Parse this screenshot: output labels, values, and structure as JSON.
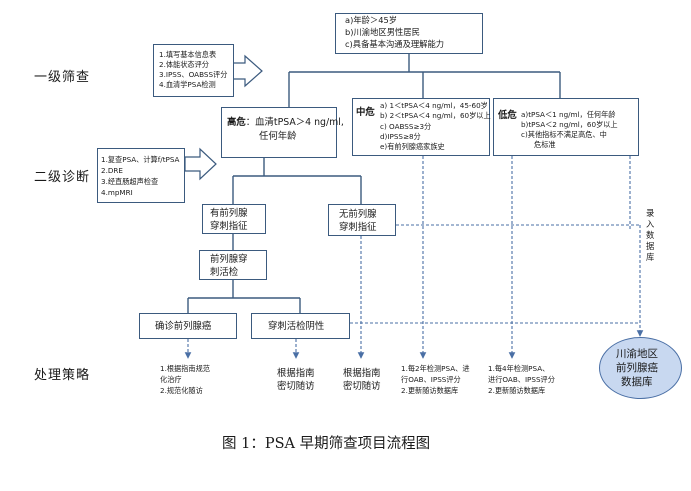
{
  "criteria": [
    "a)年龄＞45岁",
    "b)川渝地区男性居民",
    "c)具备基本沟通及理解能力"
  ],
  "stages": {
    "level1": "一级筛查",
    "level2": "二级诊断",
    "treatment": "处理策略"
  },
  "level1_steps": [
    "1.填写基本信息表",
    "2.体能状态评分",
    "3.IPSS、OABSS评分",
    "4.血清学PSA检测"
  ],
  "level2_steps": [
    "1.复查PSA、计算f/tPSA",
    "2.DRE",
    "3.经直肠超声检查",
    "4.mpMRI"
  ],
  "high_risk": {
    "label": "高危",
    "line1": "：血清tPSA＞4 ng/ml,",
    "line2": "任何年龄"
  },
  "mid_risk": {
    "label": "中危",
    "items": [
      "a) 1＜tPSA＜4 ng/ml，45-60岁",
      "b) 2＜tPSA＜4 ng/ml，60岁以上",
      "c) OABSS≥3分",
      "d)IPSS≥8分",
      "e)有前列腺癌家族史"
    ]
  },
  "low_risk": {
    "label": "低危",
    "items": [
      "a)tPSA＜1 ng/ml，任何年龄",
      "b)tPSA＜2 ng/ml，60岁以上",
      "c)其他指标不满足高危、中",
      "危标准"
    ]
  },
  "nodes": {
    "biopsy_yes": [
      "有前列腺",
      "穿刺指征"
    ],
    "biopsy_no": [
      "无前列腺",
      "穿刺指征"
    ],
    "biopsy": [
      "前列腺穿",
      "刺活检"
    ],
    "confirmed": "确诊前列腺癌",
    "negative": "穿刺活检阴性"
  },
  "outcomes": {
    "confirmed": [
      "1.根据指南规范",
      "化治疗",
      "2.规范化随访"
    ],
    "negative": [
      "根据指南",
      "密切随访"
    ],
    "no_indication": [
      "根据指南",
      "密切随访"
    ],
    "mid": [
      "1.每2年检测PSA、进",
      "行OAB、IPSS评分",
      "2.更新随访数据库"
    ],
    "low": [
      "1.每4年检测PSA、",
      "进行OAB、IPSS评分",
      "2.更新随访数据库"
    ]
  },
  "database_entry": [
    "录",
    "入",
    "数",
    "据",
    "库"
  ],
  "database": [
    "川渝地区",
    "前列腺癌",
    "数据库"
  ],
  "caption": "图 1：PSA 早期筛查项目流程图"
}
